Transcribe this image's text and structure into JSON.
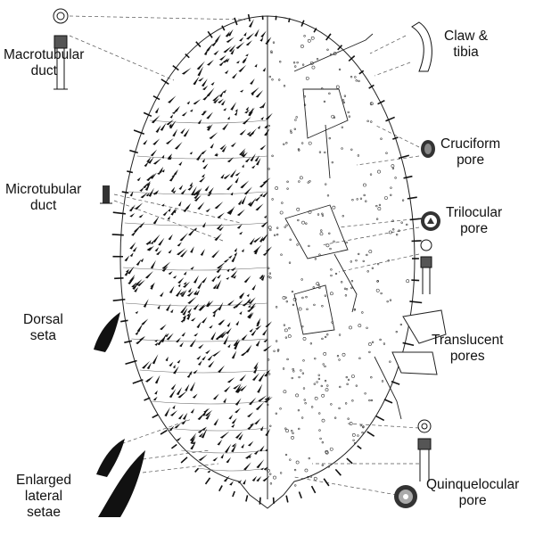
{
  "labels": {
    "macrotubular_duct": [
      "Macrotubular",
      "duct"
    ],
    "claw_tibia": [
      "Claw &",
      "tibia"
    ],
    "cruciform_pore": [
      "Cruciform",
      "pore"
    ],
    "microtubular_duct": [
      "Microtubular",
      "duct"
    ],
    "trilocular_pore": [
      "Trilocular",
      "pore"
    ],
    "dorsal_seta": [
      "Dorsal",
      "seta"
    ],
    "translucent_pores": [
      "Translucent",
      "pores"
    ],
    "enlarged_lateral_setae": [
      "Enlarged",
      "lateral",
      "setae"
    ],
    "quinquelocular_pore": [
      "Quinquelocular",
      "pore"
    ]
  },
  "colors": {
    "ink": "#111111",
    "background": "#ffffff"
  }
}
